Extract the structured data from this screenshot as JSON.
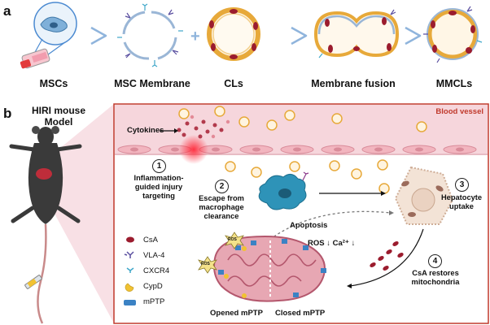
{
  "panel_a": {
    "letter": "a",
    "stages": [
      {
        "label": "MSCs"
      },
      {
        "label": "MSC Membrane"
      },
      {
        "label": "CLs"
      },
      {
        "label": "Membrane fusion"
      },
      {
        "label": "MMCLs"
      }
    ],
    "plus": "+"
  },
  "panel_b": {
    "letter": "b",
    "model_title": "HIRI mouse\nModel",
    "vessel_label": "Blood vessel",
    "cytokines_label": "Cytokines",
    "steps": [
      {
        "num": "1",
        "label": "Inflammation-\nguided injury\ntargeting"
      },
      {
        "num": "2",
        "label": "Escape from\nmacrophage\nclearance"
      },
      {
        "num": "3",
        "label": "Hepatocyte\nuptake"
      },
      {
        "num": "4",
        "label": "CsA restores\nmitochondria"
      }
    ],
    "apoptosis_label": "Apoptosis",
    "ros_calcium_label": "ROS ↓ Ca²⁺ ↓",
    "ros_badge": "ROS",
    "opened_label": "Opened mPTP",
    "closed_label": "Closed mPTP",
    "legend": [
      {
        "label": "CsA",
        "icon": "csa-drug-icon",
        "color": "#9b1c2e"
      },
      {
        "label": "VLA-4",
        "icon": "vla4-receptor-icon",
        "color": "#5a4fa0"
      },
      {
        "label": "CXCR4",
        "icon": "cxcr4-receptor-icon",
        "color": "#3fa7c9"
      },
      {
        "label": "CypD",
        "icon": "cypd-protein-icon",
        "color": "#f1c232"
      },
      {
        "label": "mPTP",
        "icon": "mptp-channel-icon",
        "color": "#3b82c4"
      }
    ]
  },
  "colors": {
    "vessel_fill": "#f6d6dc",
    "vessel_border": "#c0392b",
    "vessel_label": "#c0392b",
    "liposome_ring": "#e7a93a",
    "drug_red": "#9b1c2e",
    "mito": "#c97a8c",
    "macrophage": "#2e93b8",
    "hepatocyte": "#f3e3d6"
  }
}
